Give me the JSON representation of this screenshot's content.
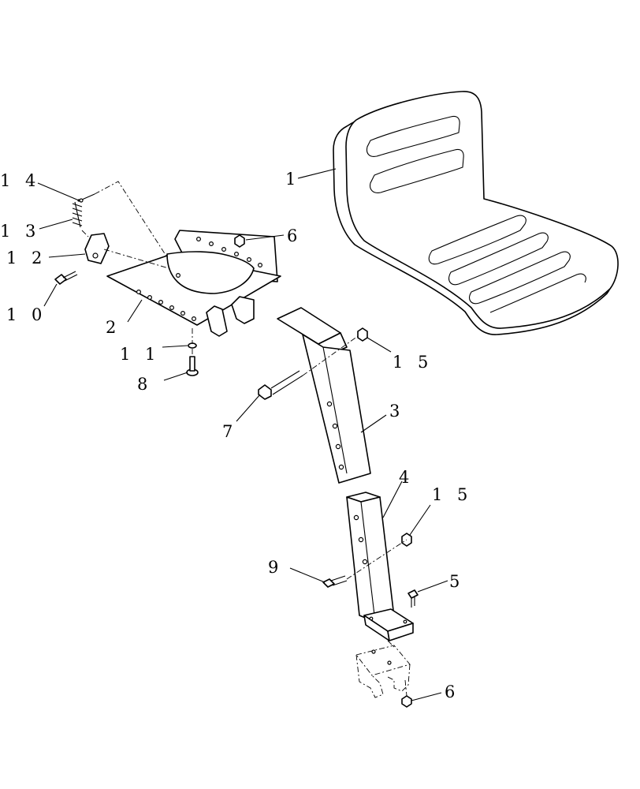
{
  "callouts": {
    "c1": "1",
    "c2": "2",
    "c3": "3",
    "c4": "4",
    "c5": "5",
    "c6a": "6",
    "c6b": "6",
    "c7": "7",
    "c8": "8",
    "c9": "9",
    "c10": "1 0",
    "c11": "1 1",
    "c12": "1 2",
    "c13": "1 3",
    "c14": "1 4",
    "c15a": "1 5",
    "c15b": "1 5"
  }
}
